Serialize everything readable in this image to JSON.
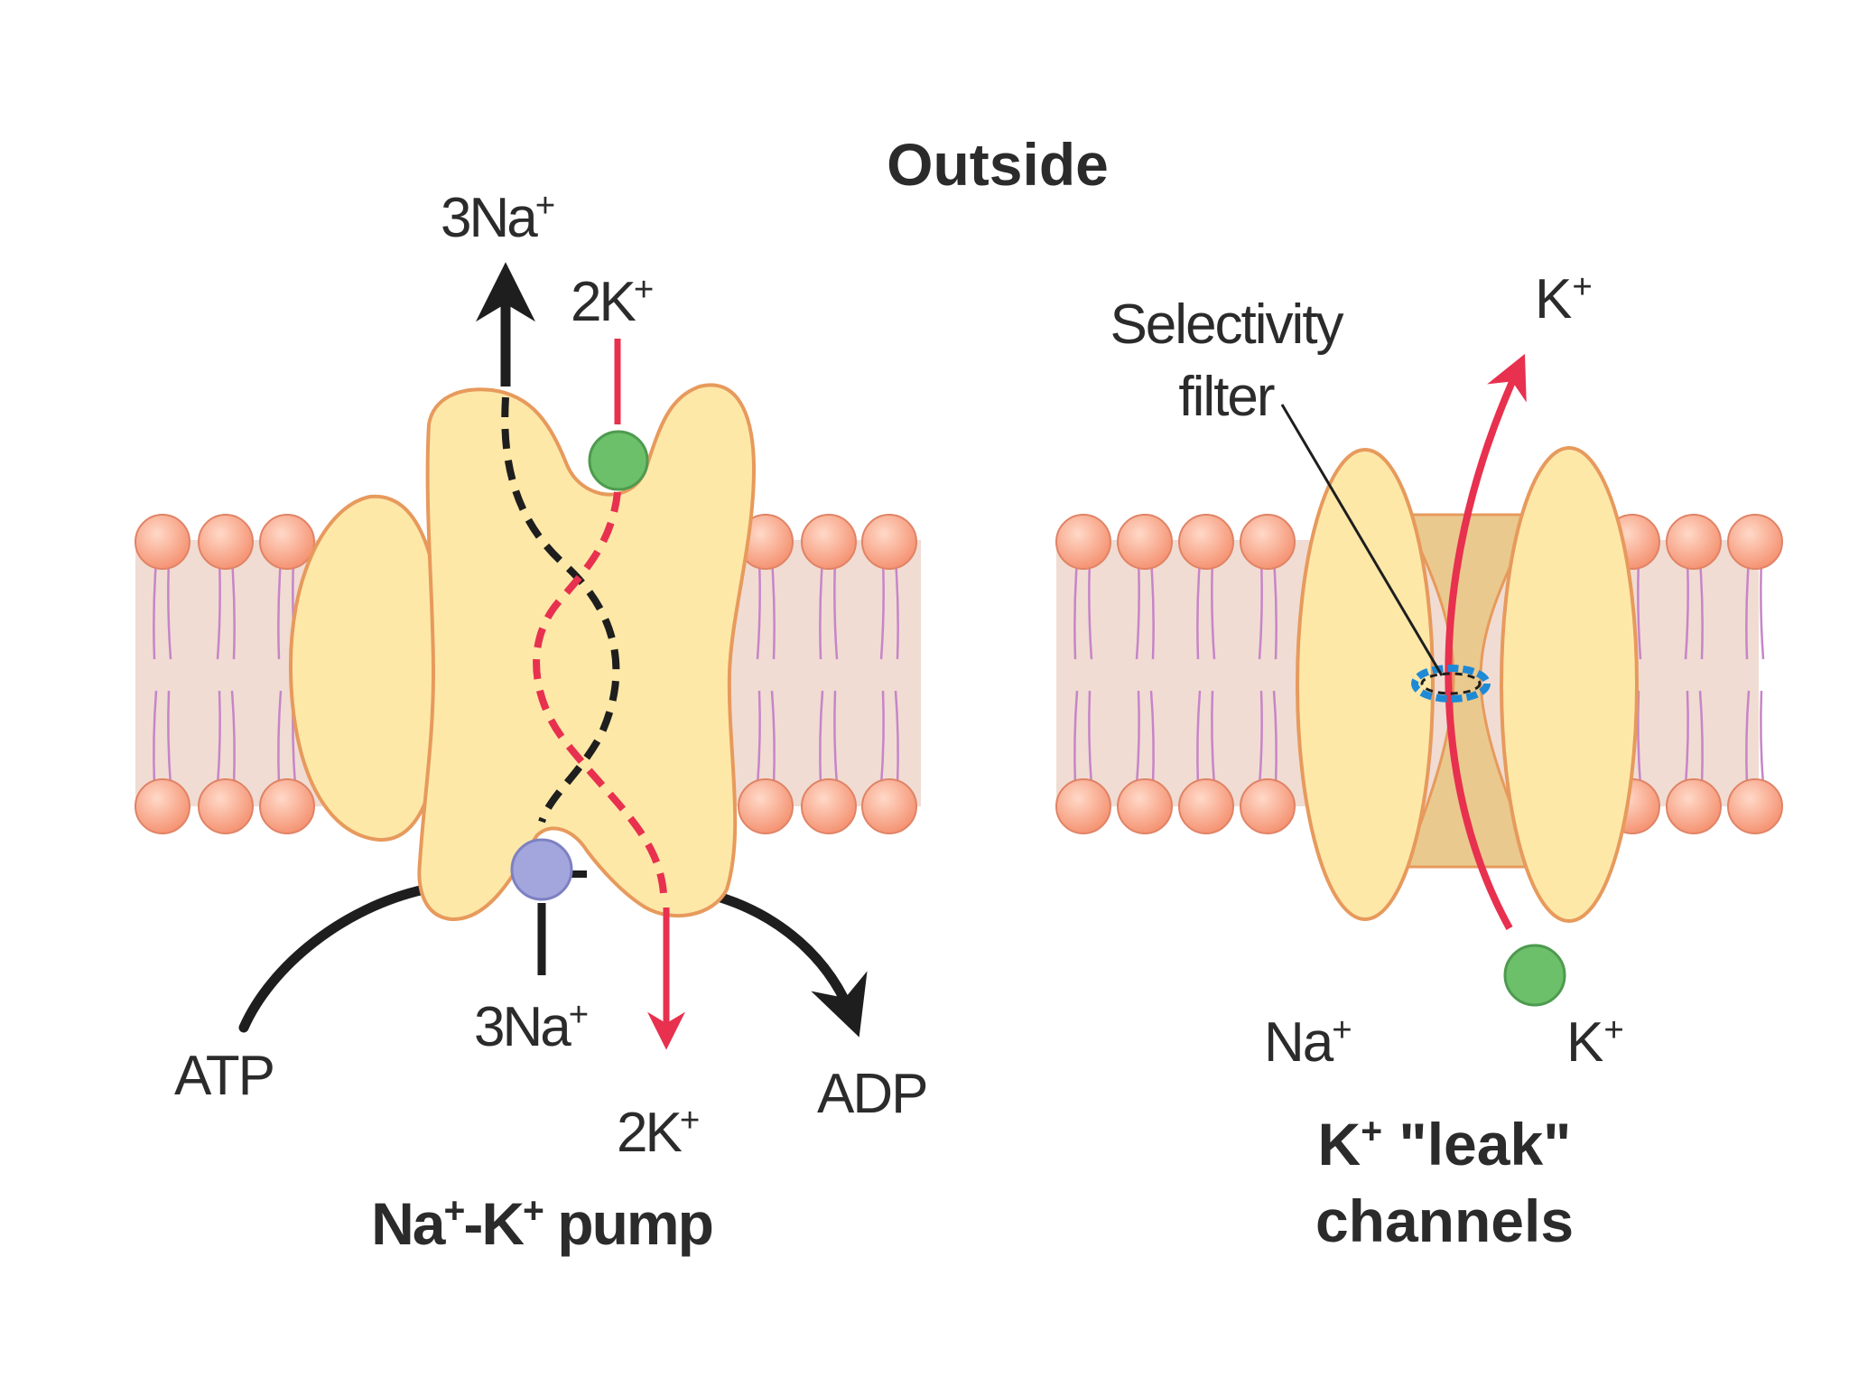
{
  "outside_label": "Outside",
  "pump": {
    "top_na": {
      "base": "3Na",
      "sup": "+"
    },
    "top_k": {
      "base": "2K",
      "sup": "+"
    },
    "bottom_na": {
      "base": "3Na",
      "sup": "+"
    },
    "bottom_k": {
      "base": "2K",
      "sup": "+"
    },
    "atp": "ATP",
    "adp": "ADP",
    "title": {
      "p1": "Na",
      "s1": "+",
      "p2": "-K",
      "s2": "+",
      "p3": " pump"
    }
  },
  "leak": {
    "filter_line1": "Selectivity",
    "filter_line2": "filter",
    "top_k": {
      "base": "K",
      "sup": "+"
    },
    "na": {
      "base": "Na",
      "sup": "+"
    },
    "bottom_k": {
      "base": "K",
      "sup": "+"
    },
    "title_line1": {
      "base": "K",
      "sup": "+",
      "rest": " \"leak\""
    },
    "title_line2": "channels"
  },
  "colors": {
    "membrane_band": "#f0dcd3",
    "lipid_head": "#f6a98c",
    "lipid_head_stroke": "#e08366",
    "lipid_tail": "#c785c8",
    "protein_fill": "#fde8a8",
    "protein_stroke": "#e79a5c",
    "pore_fill": "#eac98e",
    "na_path": "#1e1e1e",
    "k_path": "#e8304f",
    "k_ion": "#6cc06a",
    "na_ion": "#a3a6dc",
    "filter_ring": "#1e8ad6"
  }
}
